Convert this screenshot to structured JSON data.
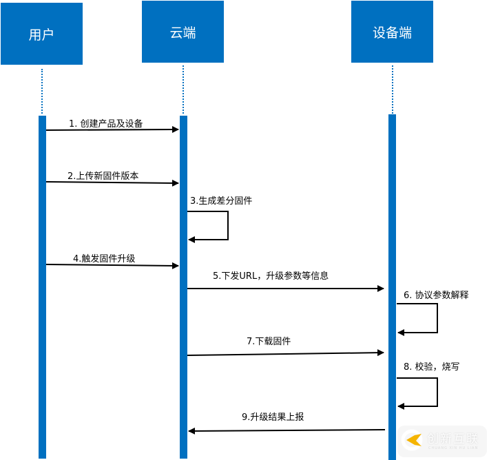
{
  "participants": [
    {
      "id": "user",
      "label": "用户"
    },
    {
      "id": "cloud",
      "label": "云端"
    },
    {
      "id": "device",
      "label": "设备端"
    }
  ],
  "messages": [
    {
      "from": "user",
      "to": "cloud",
      "label": "1. 创建产品及设备"
    },
    {
      "from": "user",
      "to": "cloud",
      "label": "2.上传新固件版本"
    },
    {
      "from": "cloud",
      "to": "cloud",
      "label": "3.生成差分固件"
    },
    {
      "from": "user",
      "to": "cloud",
      "label": "4.触发固件升级"
    },
    {
      "from": "cloud",
      "to": "device",
      "label": "5.下发URL，升级参数等信息"
    },
    {
      "from": "device",
      "to": "device",
      "label": "6. 协议参数解释"
    },
    {
      "from": "cloud",
      "to": "device",
      "label": "7.下载固件"
    },
    {
      "from": "device",
      "to": "device",
      "label": "8. 校验，烧写"
    },
    {
      "from": "device",
      "to": "cloud",
      "label": "9.升级结果上报"
    }
  ],
  "watermark": {
    "title": "创新互联",
    "subtitle": "CHUANG XIN HU LIAN"
  },
  "colors": {
    "actor": "#0070c0",
    "arrow": "#000000"
  }
}
